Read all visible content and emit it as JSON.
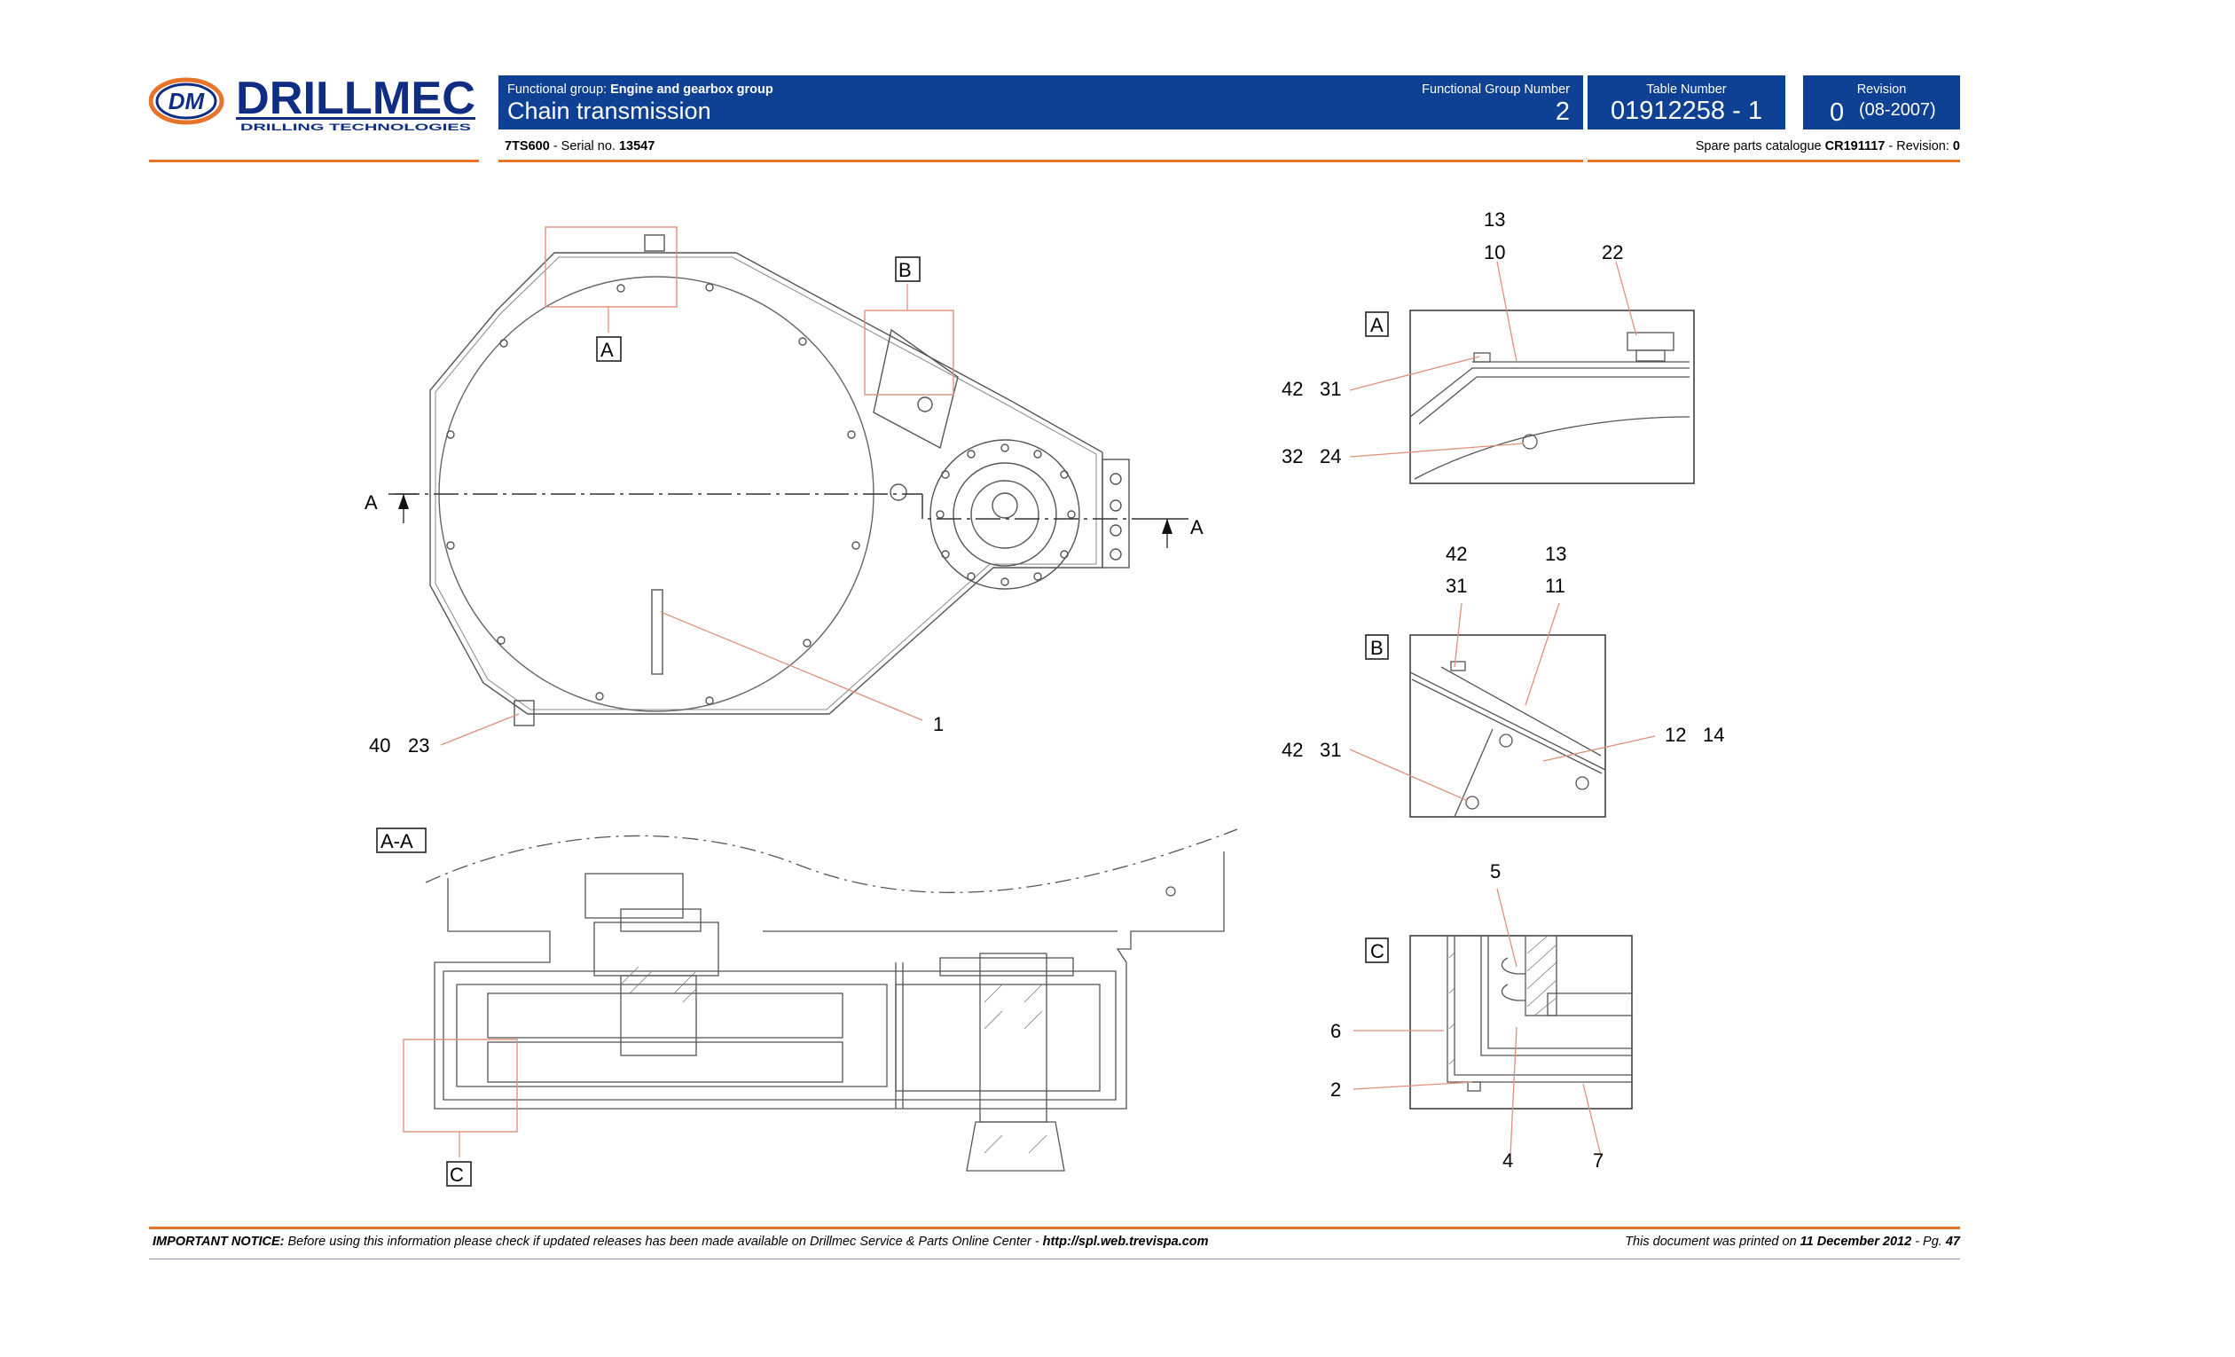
{
  "header": {
    "brand": {
      "name": "DRILLMEC",
      "tagline": "DRILLING TECHNOLOGIES",
      "monogram": "DM",
      "logo_blue": "#0e2d83",
      "logo_orange": "#e8742a"
    },
    "functional_group_prefix": "Functional group: ",
    "functional_group": "Engine and gearbox group",
    "title": "Chain transmission",
    "functional_group_number_label": "Functional Group Number",
    "functional_group_number": "2",
    "table_number_label": "Table Number",
    "table_number": "01912258 - 1",
    "revision_label": "Revision",
    "revision_number": "0",
    "revision_date": "(08-2007)",
    "model": "7TS600",
    "serial_prefix": " - Serial no. ",
    "serial": "13547",
    "catalogue_prefix": "Spare parts catalogue ",
    "catalogue": "CR191117",
    "catalogue_revision_prefix": " - Revision: ",
    "catalogue_revision": "0",
    "accent_color": "#0e4194",
    "line_color": "#e8742a"
  },
  "drawing": {
    "main_view": {
      "section_mark": "A",
      "detail_frames": [
        "A",
        "B"
      ],
      "callouts": {
        "part_1": "1",
        "left_40": "40",
        "left_23": "23"
      }
    },
    "section_view": {
      "label": "A-A",
      "detail_frame": "C"
    },
    "detail_a": {
      "label": "A",
      "callouts": [
        "13",
        "10",
        "22",
        "42",
        "31",
        "32",
        "24"
      ]
    },
    "detail_b": {
      "label": "B",
      "callouts": [
        "42",
        "13",
        "31",
        "11",
        "12",
        "14",
        "42",
        "31"
      ]
    },
    "detail_c": {
      "label": "C",
      "callouts": [
        "5",
        "6",
        "2",
        "4",
        "7"
      ]
    },
    "callout_line_color": "#e0907a"
  },
  "footer": {
    "notice_label": "IMPORTANT NOTICE:",
    "notice_text": " Before using this information please check if updated releases has been made available on Drillmec Service & Parts Online Center - ",
    "notice_url": "http://spl.web.trevispa.com",
    "printed_prefix": "This document was printed on ",
    "printed_date": "11 December 2012",
    "page_prefix": " - Pg. ",
    "page": "47"
  }
}
